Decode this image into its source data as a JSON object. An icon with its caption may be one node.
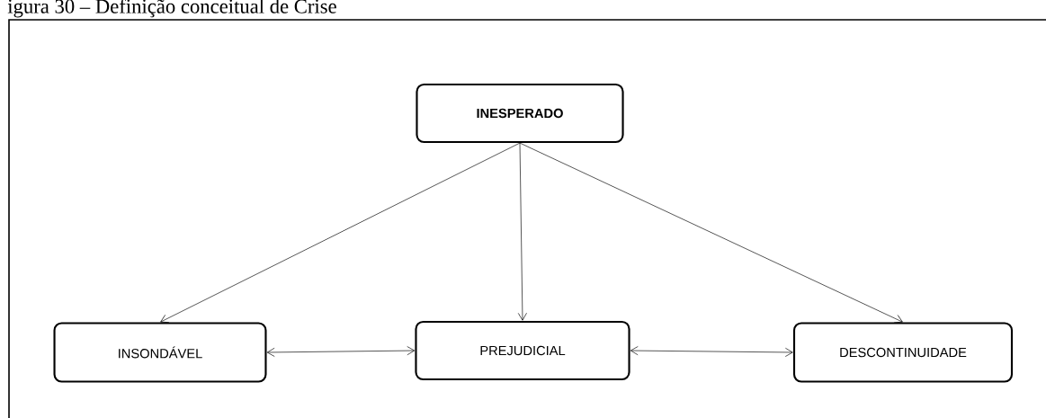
{
  "diagram": {
    "title": "igura 30 – Definição conceitual de Crise",
    "nodes": [
      {
        "text": [
          "INESPERADO"
        ]
      },
      {
        "text": [
          "INSONDÁVEL"
        ]
      },
      {
        "text": [
          "PREJUDICIAL"
        ]
      },
      {
        "text": [
          "DESCONTINUIDADE"
        ]
      }
    ],
    "edges": [
      {
        "from": 0,
        "to": 1,
        "arrow": "to"
      },
      {
        "from": 0,
        "to": 2,
        "arrow": "to"
      },
      {
        "from": 0,
        "to": 3,
        "arrow": "to"
      },
      {
        "from": 1,
        "to": 2,
        "arrow": "both"
      },
      {
        "from": 2,
        "to": 3,
        "arrow": "both"
      }
    ]
  }
}
